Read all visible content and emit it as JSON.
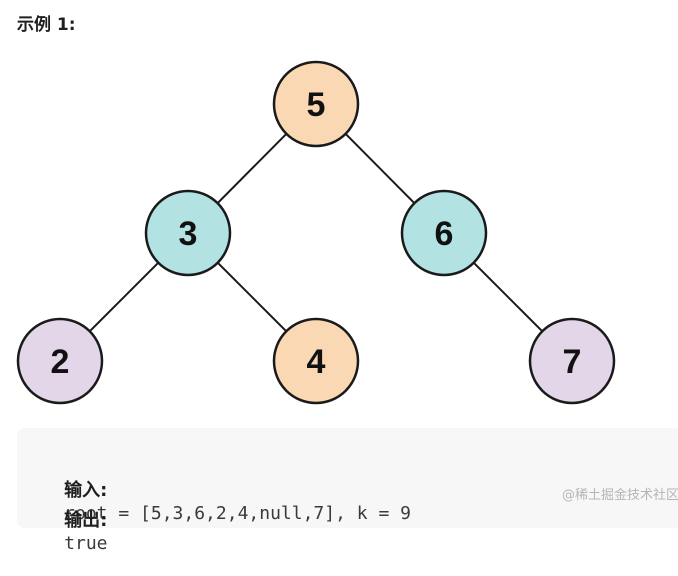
{
  "heading": "示例 1:",
  "tree": {
    "nodes": [
      {
        "id": "n5",
        "value": "5",
        "color": "#f9d8b3"
      },
      {
        "id": "n3",
        "value": "3",
        "color": "#b3e2e3"
      },
      {
        "id": "n6",
        "value": "6",
        "color": "#b3e2e3"
      },
      {
        "id": "n2",
        "value": "2",
        "color": "#e2d6e8"
      },
      {
        "id": "n4",
        "value": "4",
        "color": "#f9d8b3"
      },
      {
        "id": "n7",
        "value": "7",
        "color": "#e2d6e8"
      }
    ],
    "edges": [
      [
        "n5",
        "n3"
      ],
      [
        "n5",
        "n6"
      ],
      [
        "n3",
        "n2"
      ],
      [
        "n3",
        "n4"
      ],
      [
        "n6",
        "n7"
      ]
    ]
  },
  "example": {
    "input_label": "输入:",
    "input_value": "root = [5,3,6,2,4,null,7], k = 9",
    "output_label": "输出:",
    "output_value": "true"
  },
  "watermark": "@稀土掘金技术社区"
}
